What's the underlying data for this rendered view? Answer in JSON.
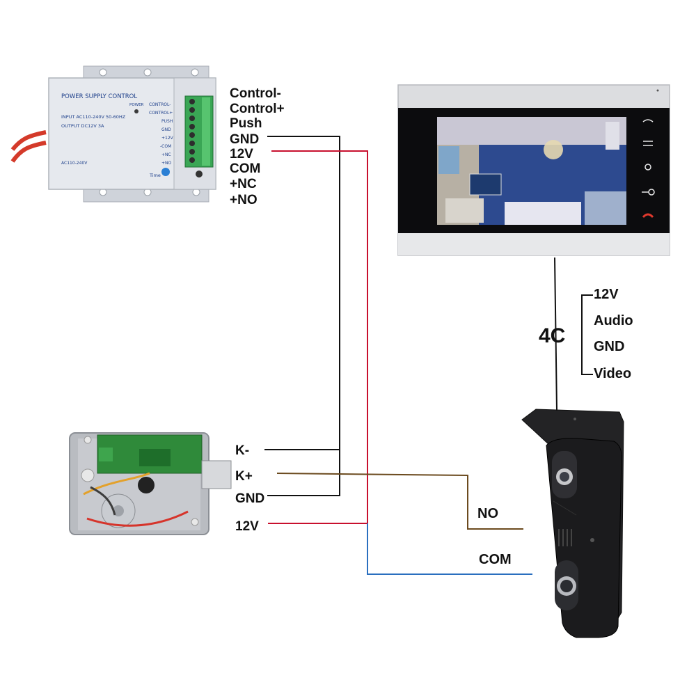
{
  "power_supply": {
    "title": "POWER SUPPLY CONTROL",
    "input": "INPUT  AC110-240V 50-60HZ",
    "output": "OUTPUT DC12V  3A",
    "ac_label": "AC110-240V",
    "power_label": "POWER",
    "time_label": "Time",
    "terminal_labels": [
      "CONTROL-",
      "CONTROL+",
      "PUSH",
      "GND",
      "+12V",
      "-COM",
      "+NC",
      "+NO"
    ]
  },
  "psu_pins": [
    "Control-",
    "Control+",
    "Push",
    "GND",
    "12V",
    "COM",
    "+NC",
    "+NO"
  ],
  "lock_pins": [
    "K-",
    "K+",
    "GND",
    "12V"
  ],
  "cable_label": "4C",
  "cable_wires": [
    "12V",
    "Audio",
    "GND",
    "Video"
  ],
  "door_wires": [
    "NO",
    "COM"
  ],
  "colors": {
    "black_wire": "#111111",
    "red_wire": "#c8102e",
    "brown_wire": "#6b4a1e",
    "blue_wire": "#2a6fbf",
    "psu_body": "#e6e9ee",
    "terminal_green": "#3aa655",
    "monitor_frame": "#d9dadc",
    "doorbell_body": "#1b1b1d"
  }
}
